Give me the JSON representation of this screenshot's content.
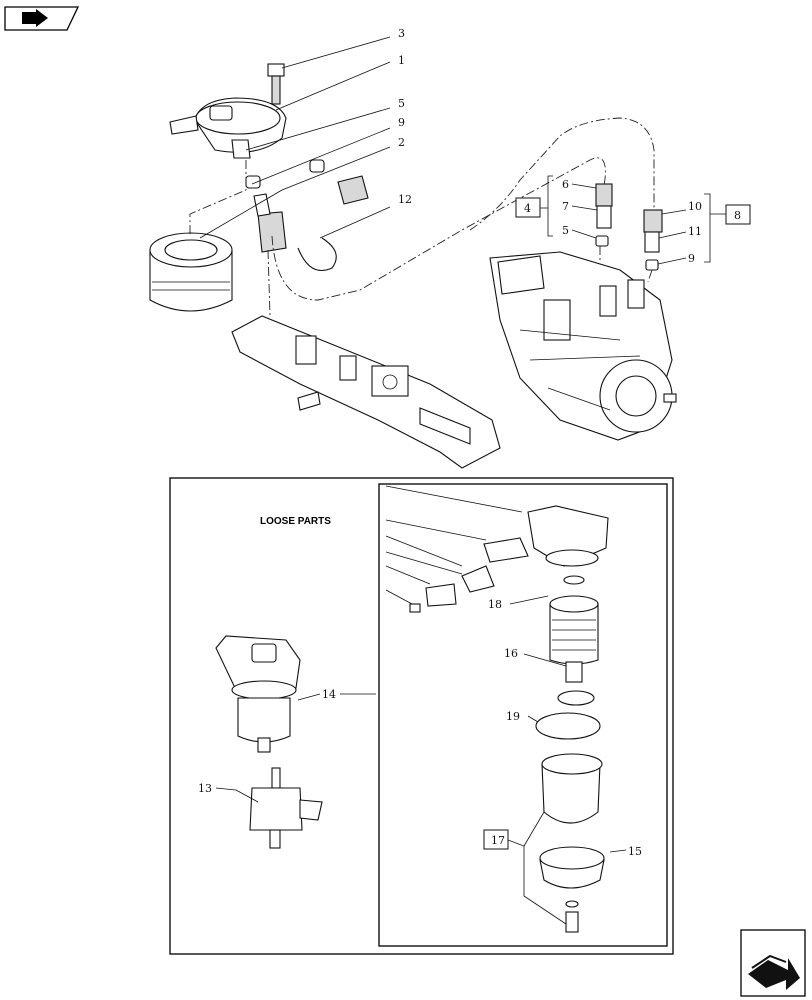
{
  "callouts": {
    "n1": "1",
    "n2": "2",
    "n3": "3",
    "n4": "4",
    "n5a": "5",
    "n5b": "5",
    "n6": "6",
    "n7": "7",
    "n8": "8",
    "n9a": "9",
    "n9b": "9",
    "n10": "10",
    "n11": "11",
    "n12": "12",
    "n13": "13",
    "n14": "14",
    "n15": "15",
    "n16": "16",
    "n17": "17",
    "n18": "18",
    "n19": "19"
  },
  "inset": {
    "caption": "LOOSE PARTS"
  },
  "icons": {
    "top_left": "previous-page-icon",
    "bottom_right": "next-page-icon"
  }
}
